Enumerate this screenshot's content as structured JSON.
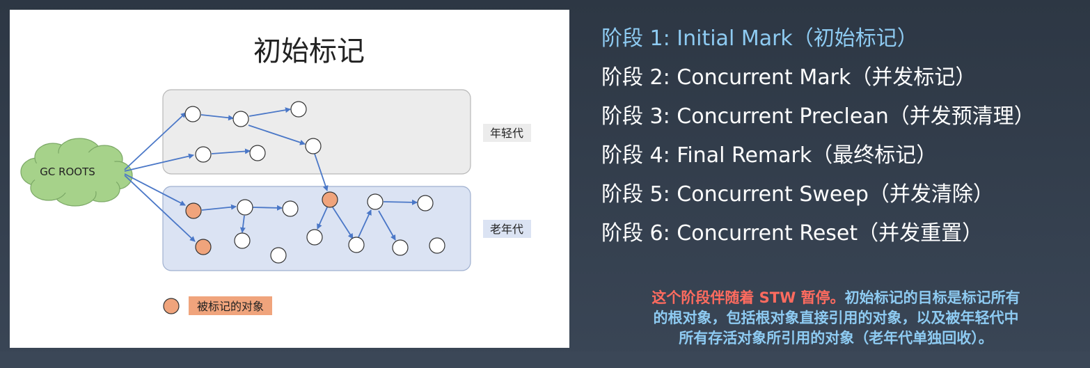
{
  "diagram": {
    "title": "初始标记",
    "root_label": "GC ROOTS",
    "young_gen_label": "年轻代",
    "old_gen_label": "老年代",
    "legend_label": "被标记的对象",
    "colors": {
      "marked": "#f0a47c",
      "unmarked": "#ffffff",
      "young_region": "#ececec",
      "old_region": "#dbe3f3",
      "edge": "#4a77c7",
      "root_cloud": "#a6d28a"
    }
  },
  "stages": [
    "阶段 1: Initial Mark（初始标记）",
    "阶段 2: Concurrent Mark（并发标记）",
    "阶段 3: Concurrent Preclean（并发预清理）",
    "阶段 4: Final Remark（最终标记）",
    "阶段 5: Concurrent Sweep（并发清除）",
    "阶段 6: Concurrent Reset（并发重置）"
  ],
  "note": {
    "line1_red": "这个阶段伴随着 STW 暂停。",
    "line1_blue": "初始标记的目标是标记所有",
    "line2": "的根对象，包括根对象直接引用的对象，以及被年轻代中",
    "line3": "所有存活对象所引用的对象（老年代单独回收）。"
  }
}
